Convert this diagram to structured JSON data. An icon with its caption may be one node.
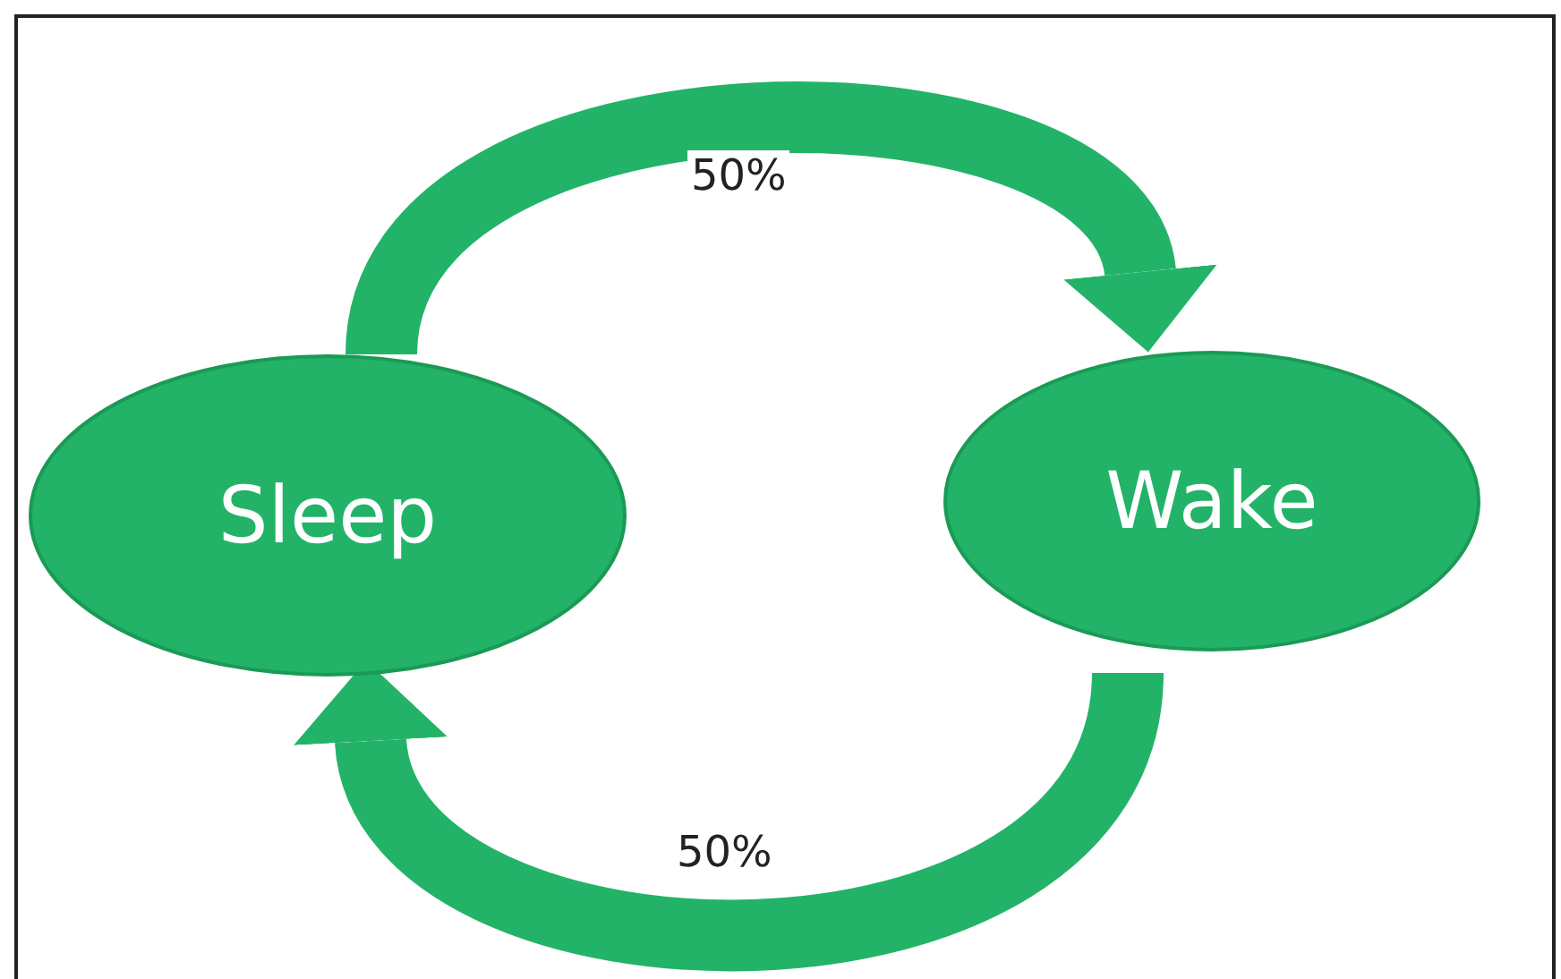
{
  "diagram": {
    "nodes": [
      {
        "text": [
          "Sleep"
        ]
      },
      {
        "text": [
          "Wake"
        ]
      }
    ],
    "edges": [
      {
        "from": 0,
        "to": 1,
        "arrow": "to",
        "label": "50%"
      },
      {
        "from": 1,
        "to": 0,
        "arrow": "to",
        "label": "50%"
      }
    ]
  }
}
